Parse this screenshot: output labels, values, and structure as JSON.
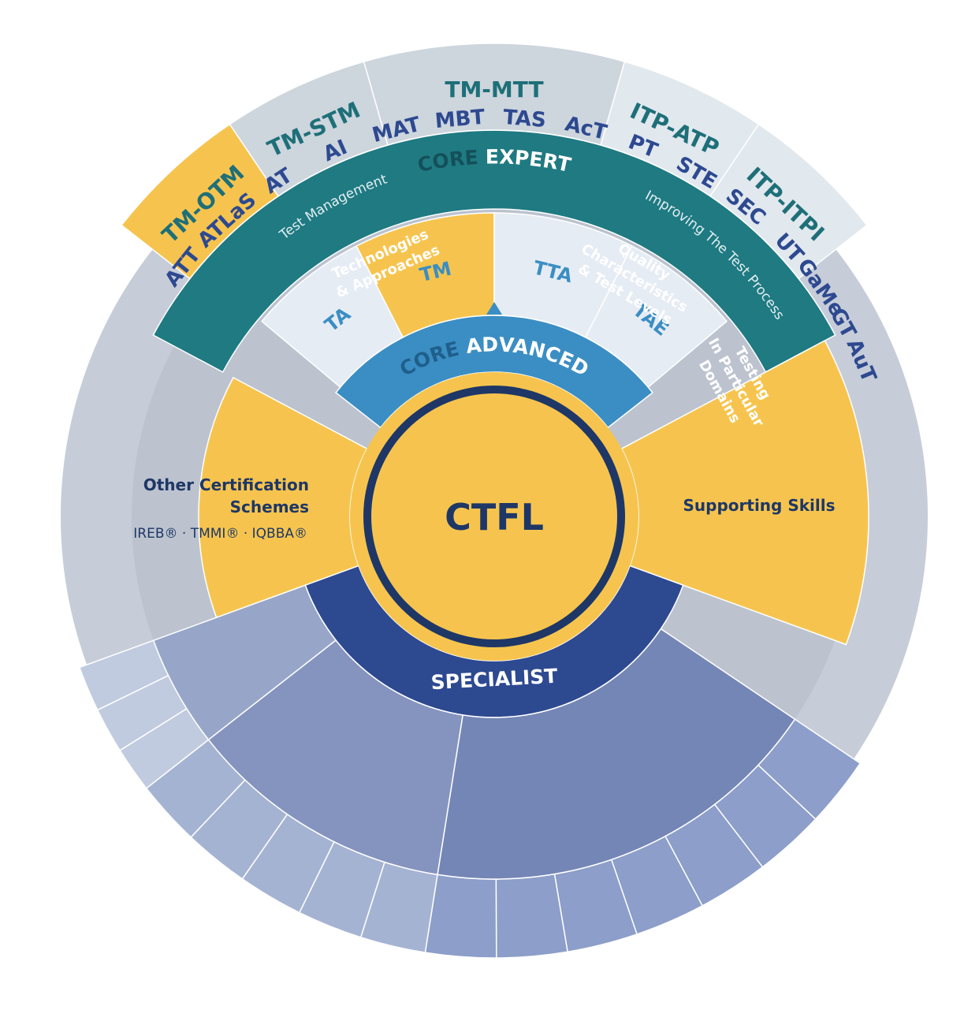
{
  "center": {
    "label": "CTFL"
  },
  "core_expert": {
    "prefix": "CORE",
    "title": "EXPERT",
    "left_arc_label": "Test Management",
    "right_arc_label": "Improving The Test Process",
    "modules": [
      "TM-OTM",
      "TM-STM",
      "TM-MTT",
      "ITP-ATP",
      "ITP-ITPI"
    ]
  },
  "core_advanced": {
    "prefix": "CORE",
    "title": "ADVANCED",
    "modules": [
      "TA",
      "TM",
      "TTA",
      "TAE"
    ]
  },
  "other_schemes": {
    "title_line1": "Other Certification",
    "title_line2": "Schemes",
    "subtitle": "IREB® · TMMI® · IQBBA®"
  },
  "supporting_skills": {
    "label": "Supporting Skills"
  },
  "specialist": {
    "title": "SPECIALIST",
    "groups": [
      {
        "lines": [
          "Technologies",
          "& Approaches"
        ],
        "modules": [
          "ATT",
          "ATLaS",
          "AT",
          "AI",
          "MAT",
          "MBT",
          "TAS"
        ]
      },
      {
        "lines": [
          "Quality",
          "Characteristics",
          "& Test Levels"
        ],
        "modules": [
          "AcT",
          "PT",
          "STE",
          "SEC",
          "UT"
        ]
      },
      {
        "lines": [
          "Testing",
          "In Particular",
          "Domains"
        ],
        "modules": [
          "GaMe",
          "GT",
          "AuT"
        ]
      }
    ]
  },
  "colors": {
    "yellow": "#f6c44e",
    "navy": "#1e3766",
    "teal": "#1f7a82",
    "teal_text": "#1e6f78",
    "advanced_blue": "#3b8ec3",
    "specialist_blue": "#2d4990",
    "pale_blue": "#e6ecf4",
    "grey_tab": "#cdd5dd",
    "light_tab": "#e1e8ee",
    "outer_grey": "#c6ccd8",
    "tech_group": "#7486b5",
    "quality_group": "#8593bf",
    "domain_group": "#97a6c8",
    "tech_modules": "#8c9ec9",
    "quality_modules": "#a5b3d3",
    "domain_modules": "#c0cbe0",
    "module_text": "#2d4990"
  }
}
